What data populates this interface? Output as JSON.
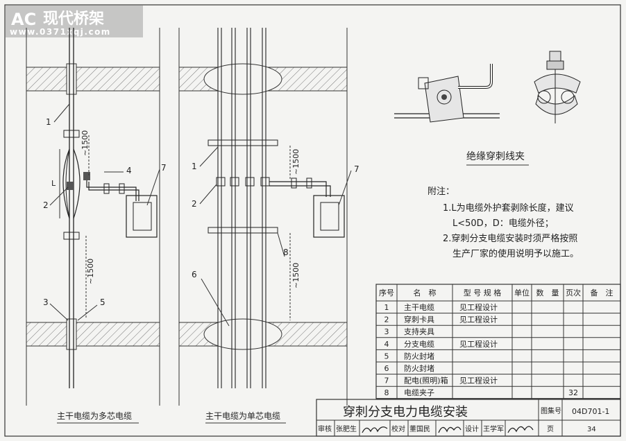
{
  "watermark": {
    "brand": "现代桥架",
    "url": "www.0371xqj.com"
  },
  "left_caption": "主干电缆为多芯电缆",
  "right_caption": "主干电缆为单芯电缆",
  "left_dims": [
    "~1500",
    "~1500"
  ],
  "right_dims": [
    "~1500",
    "~1500"
  ],
  "left_L": "L",
  "left_callouts": [
    "1",
    "2",
    "3",
    "4",
    "5",
    "7"
  ],
  "right_callouts": [
    "1",
    "2",
    "6",
    "7",
    "8"
  ],
  "clamp_caption": "绝缘穿刺线夹",
  "notes": {
    "title": "附注：",
    "lines": [
      "1.L为电缆外护套剥除长度，建议",
      "L<50D，D：电缆外径；",
      "2.穿刺分支电缆安装时须严格按照",
      "生产厂家的使用说明予以施工。"
    ]
  },
  "table": {
    "headers": [
      "序号",
      "名　称",
      "型 号 规 格",
      "单位",
      "数　量",
      "页次",
      "备　注"
    ],
    "rows": [
      [
        "1",
        "主干电缆",
        "见工程设计",
        "",
        "",
        "",
        ""
      ],
      [
        "2",
        "穿刺卡具",
        "见工程设计",
        "",
        "",
        "",
        ""
      ],
      [
        "3",
        "支持夹具",
        "",
        "",
        "",
        "",
        ""
      ],
      [
        "4",
        "分支电缆",
        "见工程设计",
        "",
        "",
        "",
        ""
      ],
      [
        "5",
        "防火封堵",
        "",
        "",
        "",
        "",
        ""
      ],
      [
        "6",
        "防火封堵",
        "",
        "",
        "",
        "",
        ""
      ],
      [
        "7",
        "配电(照明)箱",
        "见工程设计",
        "",
        "",
        "",
        ""
      ],
      [
        "8",
        "电缆夹子",
        "",
        "",
        "",
        "32",
        ""
      ]
    ]
  },
  "title_block": {
    "title": "穿刺分支电力电缆安装",
    "atlas_label": "图集号",
    "atlas_no": "04D701-1",
    "page_label": "页",
    "page_no": "34",
    "review_label": "审核",
    "reviewer": "张肥生",
    "check_label": "校对",
    "checker": "董国民",
    "design_label": "设计",
    "designer": "王学军"
  }
}
